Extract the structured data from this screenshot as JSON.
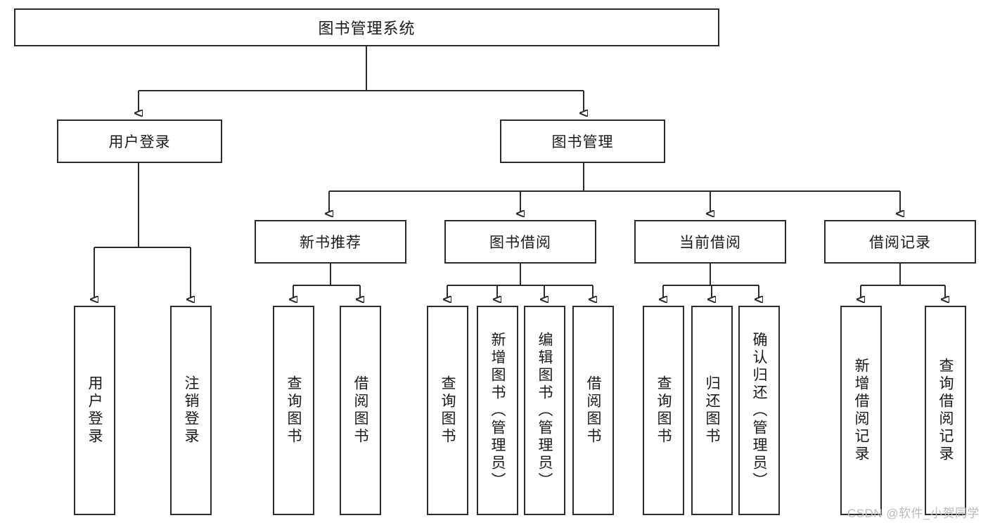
{
  "diagram": {
    "title": "图书管理系统",
    "type": "tree-hierarchy",
    "root": {
      "label": "图书管理系统"
    },
    "level1": [
      {
        "label": "用户登录"
      },
      {
        "label": "图书管理"
      }
    ],
    "level2": [
      {
        "label": "新书推荐"
      },
      {
        "label": "图书借阅"
      },
      {
        "label": "当前借阅"
      },
      {
        "label": "借阅记录"
      }
    ],
    "leaves": {
      "user_login": [
        {
          "label": "用户登录"
        },
        {
          "label": "注销登录"
        }
      ],
      "new_book_recommend": [
        {
          "label": "查询图书"
        },
        {
          "label": "借阅图书"
        }
      ],
      "book_borrow": [
        {
          "label": "查询图书"
        },
        {
          "label": "新增图书（管理员）"
        },
        {
          "label": "编辑图书（管理员）"
        },
        {
          "label": "借阅图书"
        }
      ],
      "current_borrow": [
        {
          "label": "查询图书"
        },
        {
          "label": "归还图书"
        },
        {
          "label": "确认归还（管理员）"
        }
      ],
      "borrow_record": [
        {
          "label": "新增借阅记录"
        },
        {
          "label": "查询借阅记录"
        }
      ]
    },
    "watermark": "CSDN @软件_小贺同学",
    "colors": {
      "stroke": "#2b2b2b",
      "background": "#ffffff",
      "text": "#1a1a1a",
      "watermark": "#b9b9b9"
    }
  }
}
